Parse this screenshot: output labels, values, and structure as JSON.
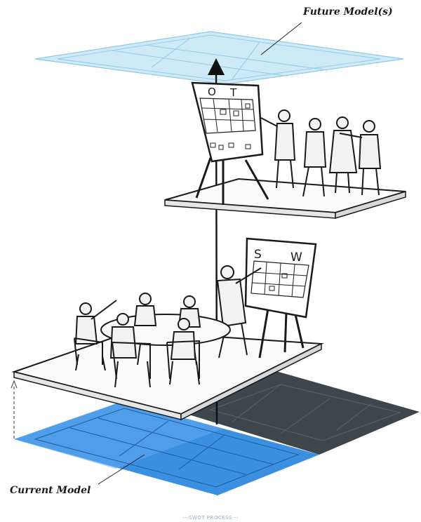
{
  "labels": {
    "future": "Future Model(s)",
    "current": "Current Model",
    "caption": "-- SWOT PROCESS --"
  },
  "boards": {
    "upper": {
      "left_letter": "O",
      "right_letter": "T"
    },
    "lower": {
      "left_letter": "S",
      "right_letter": "W"
    }
  },
  "colors": {
    "future_plane": "#cfeaf7",
    "future_grid": "#8fc9e4",
    "current_plane": "#3b8fe0",
    "current_plane_light": "#63aaf0",
    "current_grid": "#1d5e9e",
    "shadow_plane": "#3e464c",
    "ink": "#1a1a1a"
  }
}
